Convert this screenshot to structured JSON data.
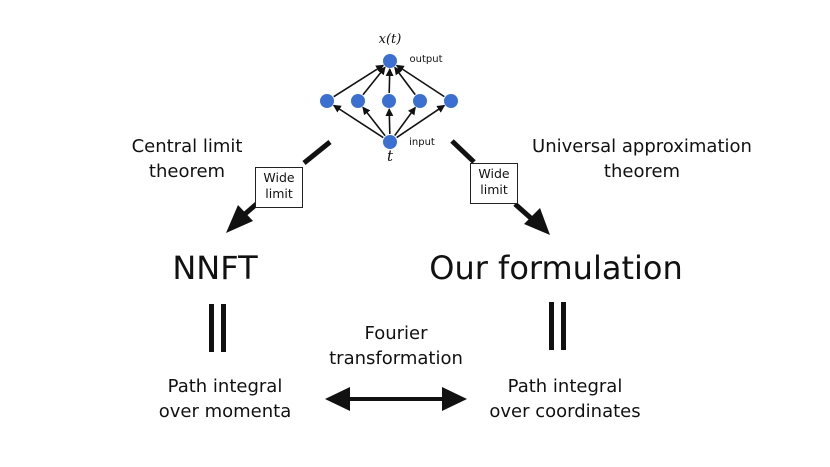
{
  "network": {
    "output_symbol": "x(t)",
    "output_label": "output",
    "input_symbol": "t",
    "input_label": "input",
    "hidden_nodes": 5,
    "node_color": "#3b6fd0"
  },
  "left": {
    "theorem": [
      "Central limit",
      "theorem"
    ],
    "limit_box": [
      "Wide",
      "limit"
    ],
    "result": "NNFT",
    "path": [
      "Path integral",
      "over momenta"
    ]
  },
  "right": {
    "theorem": [
      "Universal approximation",
      "theorem"
    ],
    "limit_box": [
      "Wide",
      "limit"
    ],
    "result": "Our formulation",
    "path": [
      "Path integral",
      "over coordinates"
    ]
  },
  "center": {
    "transform": [
      "Fourier",
      "transformation"
    ]
  }
}
